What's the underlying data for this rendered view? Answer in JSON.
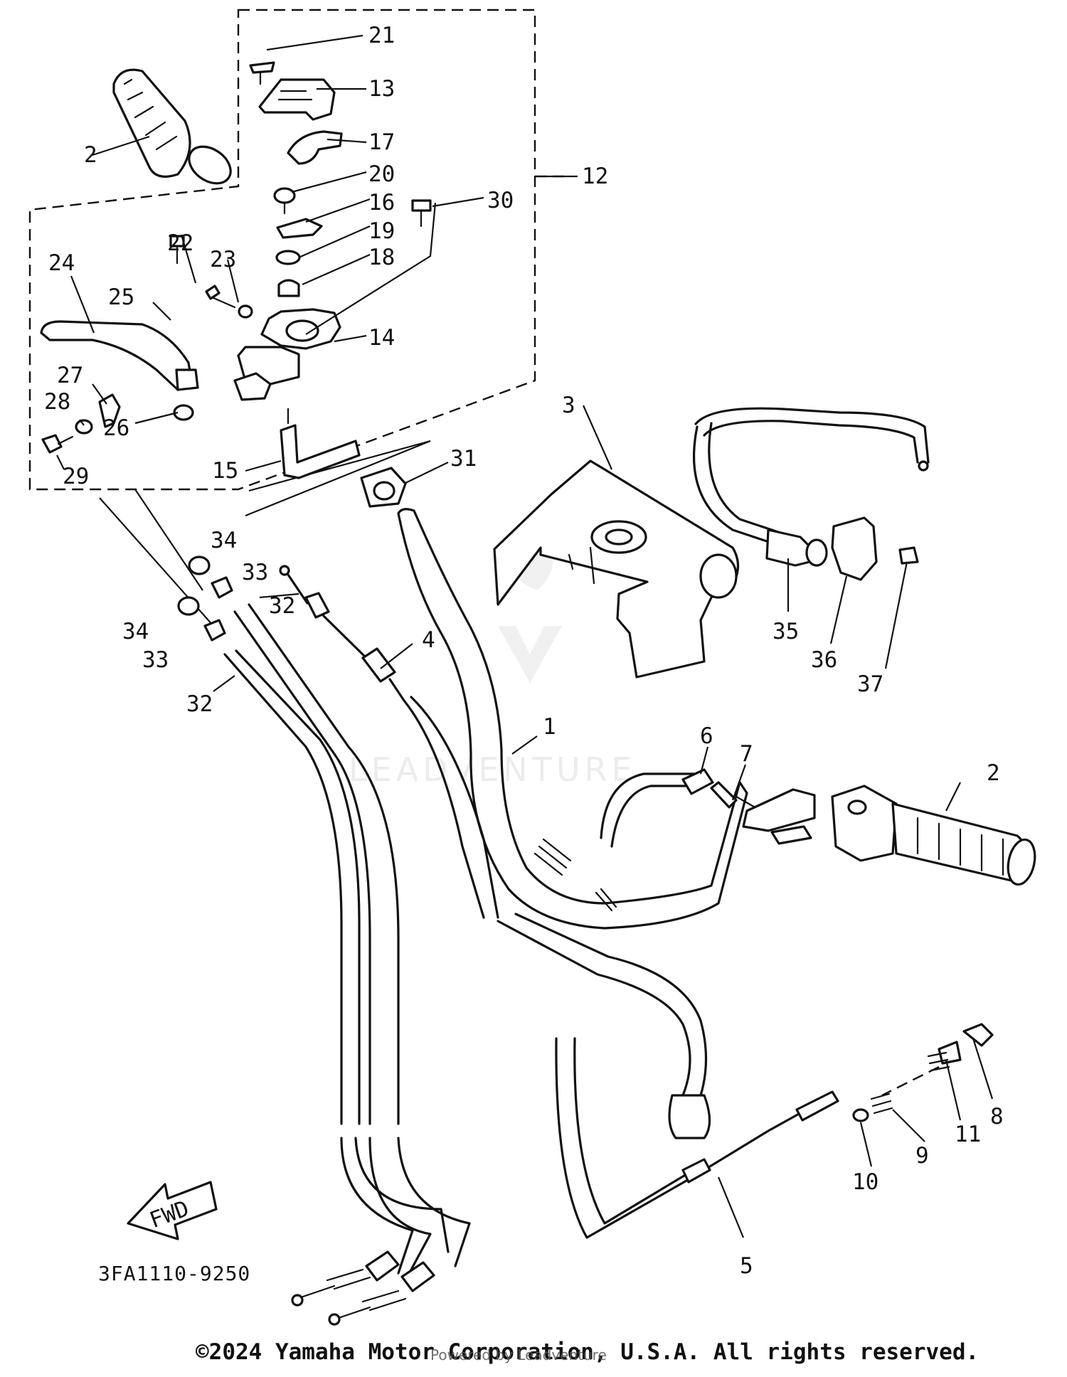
{
  "diagram": {
    "code": "3FA1110-9250",
    "fwd_label": "FWD",
    "callouts": [
      "1",
      "2",
      "2",
      "3",
      "4",
      "5",
      "6",
      "7",
      "8",
      "9",
      "10",
      "11",
      "12",
      "13",
      "14",
      "15",
      "16",
      "17",
      "18",
      "19",
      "20",
      "21",
      "22",
      "23",
      "24",
      "25",
      "26",
      "27",
      "28",
      "29",
      "30",
      "31",
      "32",
      "32",
      "33",
      "33",
      "34",
      "34",
      "35",
      "36",
      "37"
    ]
  },
  "watermark": {
    "text": "LEADVENTURE"
  },
  "footer": {
    "copyright": "©2024 Yamaha Motor Corporation, U.S.A. All rights reserved.",
    "powered_by": "Powered by Leadventure"
  },
  "colors": {
    "ink": "#111111",
    "background": "#ffffff"
  }
}
